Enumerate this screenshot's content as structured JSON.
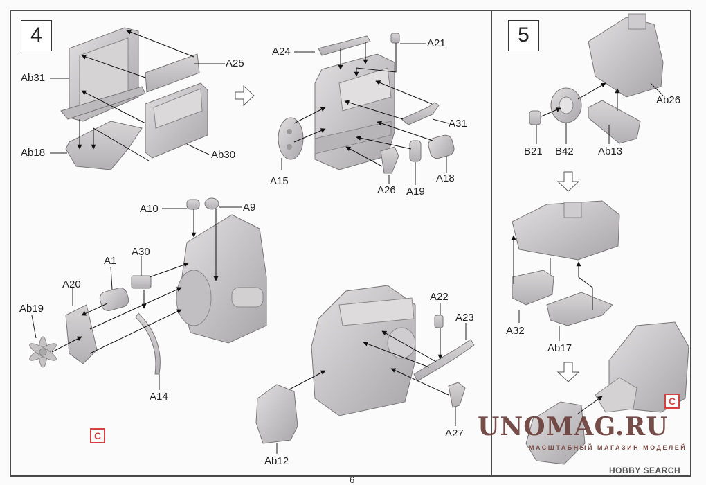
{
  "steps": [
    {
      "number": "4",
      "parts": [
        "Ab31",
        "Ab18",
        "A25",
        "Ab30",
        "A24",
        "A21",
        "A31",
        "A15",
        "A26",
        "A19",
        "A18",
        "A10",
        "A9",
        "A1",
        "A30",
        "A20",
        "Ab19",
        "A14",
        "A22",
        "A23",
        "A27",
        "Ab12"
      ],
      "reference_marker": "C"
    },
    {
      "number": "5",
      "parts": [
        "B21",
        "B42",
        "Ab13",
        "Ab26",
        "A32",
        "Ab17"
      ],
      "reference_marker": "C"
    }
  ],
  "labels": {
    "ab31": "Ab31",
    "a25": "A25",
    "ab18": "Ab18",
    "ab30": "Ab30",
    "a24": "A24",
    "a21": "A21",
    "a31": "A31",
    "a15": "A15",
    "a26": "A26",
    "a19": "A19",
    "a18": "A18",
    "a10": "A10",
    "a9": "A9",
    "a1": "A1",
    "a30": "A30",
    "a20": "A20",
    "ab19": "Ab19",
    "a14": "A14",
    "a22": "A22",
    "a23": "A23",
    "a27": "A27",
    "ab12": "Ab12",
    "b21": "B21",
    "b42": "B42",
    "ab13": "Ab13",
    "ab26": "Ab26",
    "a32": "A32",
    "ab17": "Ab17"
  },
  "page_number": "6",
  "watermark": {
    "main": "UNOMAG.RU",
    "sub": "МАСШТАБНЫЙ МАГАЗИН МОДЕЛЕЙ",
    "credit": "HOBBY SEARCH"
  },
  "colors": {
    "part_fill": "#c9c6c8",
    "part_shade": "#a9a6a9",
    "marker_red": "#d54040",
    "watermark": "#6b3f3a"
  }
}
